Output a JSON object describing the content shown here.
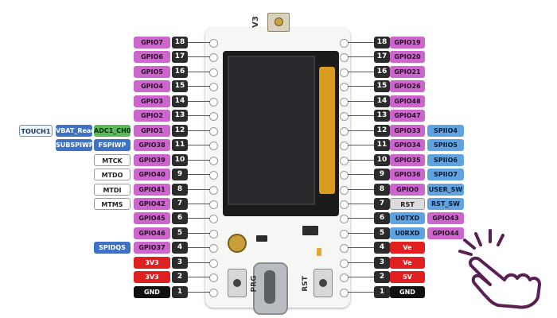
{
  "board": {
    "version_label": "V3",
    "silk_left_button": "PRG",
    "silk_right_button": "RST"
  },
  "left_pins": [
    {
      "num": "18",
      "gpio": "GPIO7",
      "extras": []
    },
    {
      "num": "17",
      "gpio": "GPIO6",
      "extras": []
    },
    {
      "num": "16",
      "gpio": "GPIO5",
      "extras": []
    },
    {
      "num": "15",
      "gpio": "GPIO4",
      "extras": []
    },
    {
      "num": "14",
      "gpio": "GPIO3",
      "extras": []
    },
    {
      "num": "13",
      "gpio": "GPIO2",
      "extras": []
    },
    {
      "num": "12",
      "gpio": "GPIO1",
      "extras": [
        "ADC1_CH0",
        "VBAT_Read",
        "TOUCH1"
      ]
    },
    {
      "num": "11",
      "gpio": "GPIO38",
      "extras": [
        "FSPIWP",
        "SUBSPIWP"
      ]
    },
    {
      "num": "10",
      "gpio": "GPIO39",
      "extras": [
        "MTCK"
      ]
    },
    {
      "num": "9",
      "gpio": "GPIO40",
      "extras": [
        "MTDO"
      ]
    },
    {
      "num": "8",
      "gpio": "GPIO41",
      "extras": [
        "MTDI"
      ]
    },
    {
      "num": "7",
      "gpio": "GPIO42",
      "extras": [
        "MTMS"
      ]
    },
    {
      "num": "6",
      "gpio": "GPIO45",
      "extras": []
    },
    {
      "num": "5",
      "gpio": "GPIO46",
      "extras": []
    },
    {
      "num": "4",
      "gpio": "GPIO37",
      "extras": [
        "SPIDQS"
      ]
    },
    {
      "num": "3",
      "gpio": "3V3",
      "extras": []
    },
    {
      "num": "2",
      "gpio": "3V3",
      "extras": []
    },
    {
      "num": "1",
      "gpio": "GND",
      "extras": []
    }
  ],
  "right_pins": [
    {
      "num": "18",
      "gpio": "GPIO19",
      "extras": []
    },
    {
      "num": "17",
      "gpio": "GPIO20",
      "extras": []
    },
    {
      "num": "16",
      "gpio": "GPIO21",
      "extras": []
    },
    {
      "num": "15",
      "gpio": "GPIO26",
      "extras": []
    },
    {
      "num": "14",
      "gpio": "GPIO48",
      "extras": []
    },
    {
      "num": "13",
      "gpio": "GPIO47",
      "extras": []
    },
    {
      "num": "12",
      "gpio": "GPIO33",
      "extras": [
        "SPIIO4"
      ]
    },
    {
      "num": "11",
      "gpio": "GPIO34",
      "extras": [
        "SPIIO5"
      ]
    },
    {
      "num": "10",
      "gpio": "GPIO35",
      "extras": [
        "SPIIO6"
      ]
    },
    {
      "num": "9",
      "gpio": "GPIO36",
      "extras": [
        "SPIIO7"
      ]
    },
    {
      "num": "8",
      "gpio": "GPIO0",
      "extras": [
        "USER_SW"
      ]
    },
    {
      "num": "7",
      "gpio": "RST",
      "extras": [
        "RST_SW"
      ]
    },
    {
      "num": "6",
      "gpio": "U0TXD",
      "extras": [
        "GPIO43"
      ]
    },
    {
      "num": "5",
      "gpio": "U0RXD",
      "extras": [
        "GPIO44"
      ]
    },
    {
      "num": "4",
      "gpio": "Ve",
      "extras": []
    },
    {
      "num": "3",
      "gpio": "Ve",
      "extras": []
    },
    {
      "num": "2",
      "gpio": "5V",
      "extras": []
    },
    {
      "num": "1",
      "gpio": "GND",
      "extras": []
    }
  ],
  "colors": {
    "gpio": "#cc66cc",
    "power": "#e02020",
    "ground": "#111111",
    "number": "#2b2b2b",
    "hand": "#5a1f52"
  },
  "icons": {
    "tap": "touch-hand-icon"
  }
}
